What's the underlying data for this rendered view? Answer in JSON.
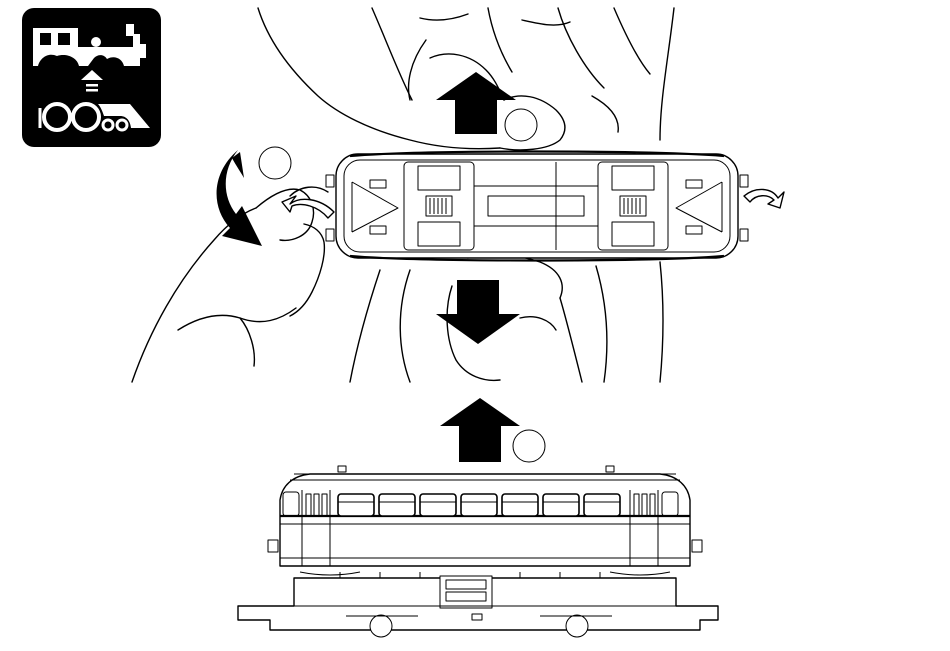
{
  "icon": {
    "name": "steam-locomotive-body-removal-icon",
    "background": "#000000",
    "foreground": "#ffffff"
  },
  "colors": {
    "line": "#000000",
    "background": "#ffffff",
    "step_marker_fill": "#ffffff"
  },
  "arrows": [
    {
      "name": "arrow-up-top",
      "direction": "up"
    },
    {
      "name": "arrow-down-middle",
      "direction": "down"
    },
    {
      "name": "arrow-up-bottom",
      "direction": "up"
    },
    {
      "name": "curved-arrow-left",
      "direction": "rotate-down"
    },
    {
      "name": "hook-arrow-left",
      "direction": "hook"
    },
    {
      "name": "hook-arrow-right",
      "direction": "hook"
    }
  ],
  "step_markers": [
    {
      "name": "step-marker-top",
      "label": ""
    },
    {
      "name": "step-marker-left",
      "label": ""
    },
    {
      "name": "step-marker-bottom",
      "label": ""
    }
  ]
}
